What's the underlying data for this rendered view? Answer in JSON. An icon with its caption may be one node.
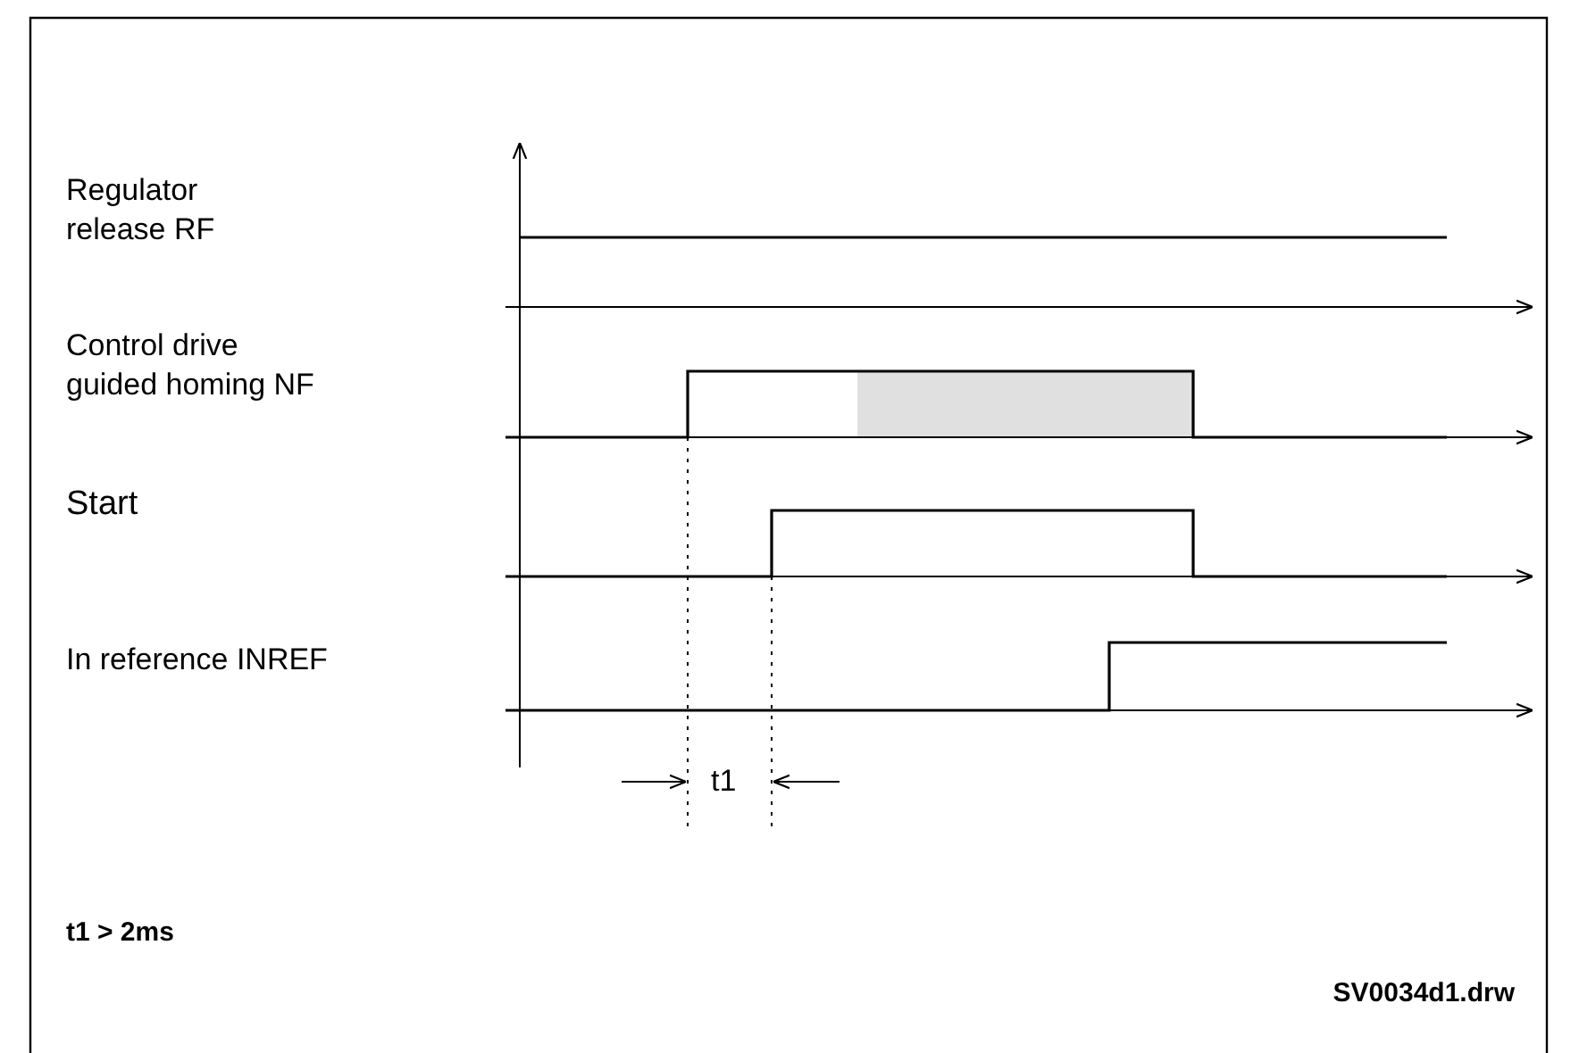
{
  "diagram": {
    "labels": [
      "Regulator release RF",
      "Control drive guided homing NF",
      "Start",
      "In reference INREF",
      "t1",
      "t1 > 2ms",
      "SV0034d1.drw"
    ]
  }
}
